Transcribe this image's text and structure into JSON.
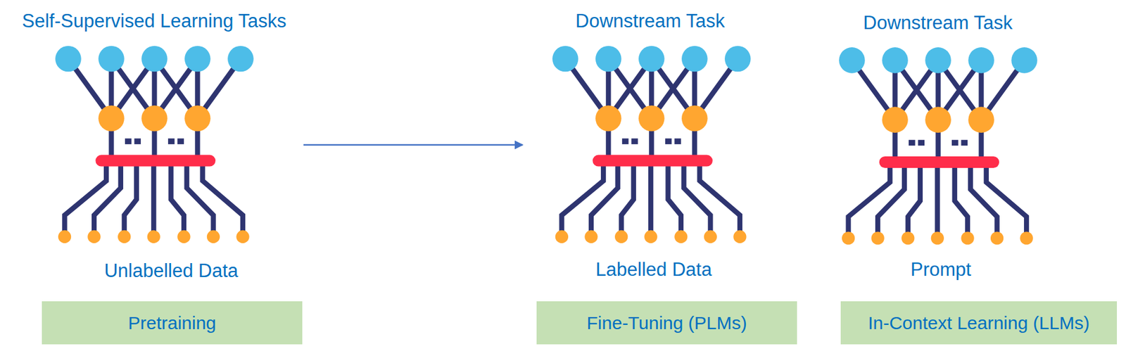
{
  "diagram": {
    "nodes": [
      {
        "text": [
          "Pretraining"
        ]
      },
      {
        "text": [
          "Fine-Tuning (PLMs)"
        ]
      },
      {
        "text": [
          "In-Context Learning (LLMs)"
        ]
      }
    ],
    "labels": [
      "Self-Supervised Learning Tasks",
      "Downstream Task",
      "Downstream Task",
      "Unlabelled Data",
      "Labelled Data",
      "Prompt"
    ]
  }
}
